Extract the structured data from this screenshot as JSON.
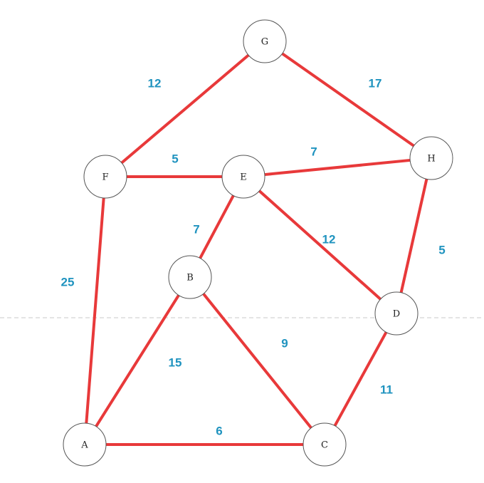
{
  "colors": {
    "edge": "#e8393a",
    "weight": "#1f93bf",
    "node_stroke": "#555555",
    "node_fill": "#ffffff",
    "divider": "#c8c8c8"
  },
  "nodes": [
    "A",
    "B",
    "C",
    "D",
    "E",
    "F",
    "G",
    "H"
  ],
  "edges": [
    {
      "from": "G",
      "to": "F",
      "weight": "12"
    },
    {
      "from": "G",
      "to": "H",
      "weight": "17"
    },
    {
      "from": "F",
      "to": "E",
      "weight": "5"
    },
    {
      "from": "E",
      "to": "H",
      "weight": "7"
    },
    {
      "from": "E",
      "to": "B",
      "weight": "7"
    },
    {
      "from": "E",
      "to": "D",
      "weight": "12"
    },
    {
      "from": "H",
      "to": "D",
      "weight": "5"
    },
    {
      "from": "F",
      "to": "A",
      "weight": "25"
    },
    {
      "from": "B",
      "to": "A",
      "weight": "15"
    },
    {
      "from": "B",
      "to": "C",
      "weight": "9"
    },
    {
      "from": "D",
      "to": "C",
      "weight": "11"
    },
    {
      "from": "A",
      "to": "C",
      "weight": "6"
    }
  ]
}
